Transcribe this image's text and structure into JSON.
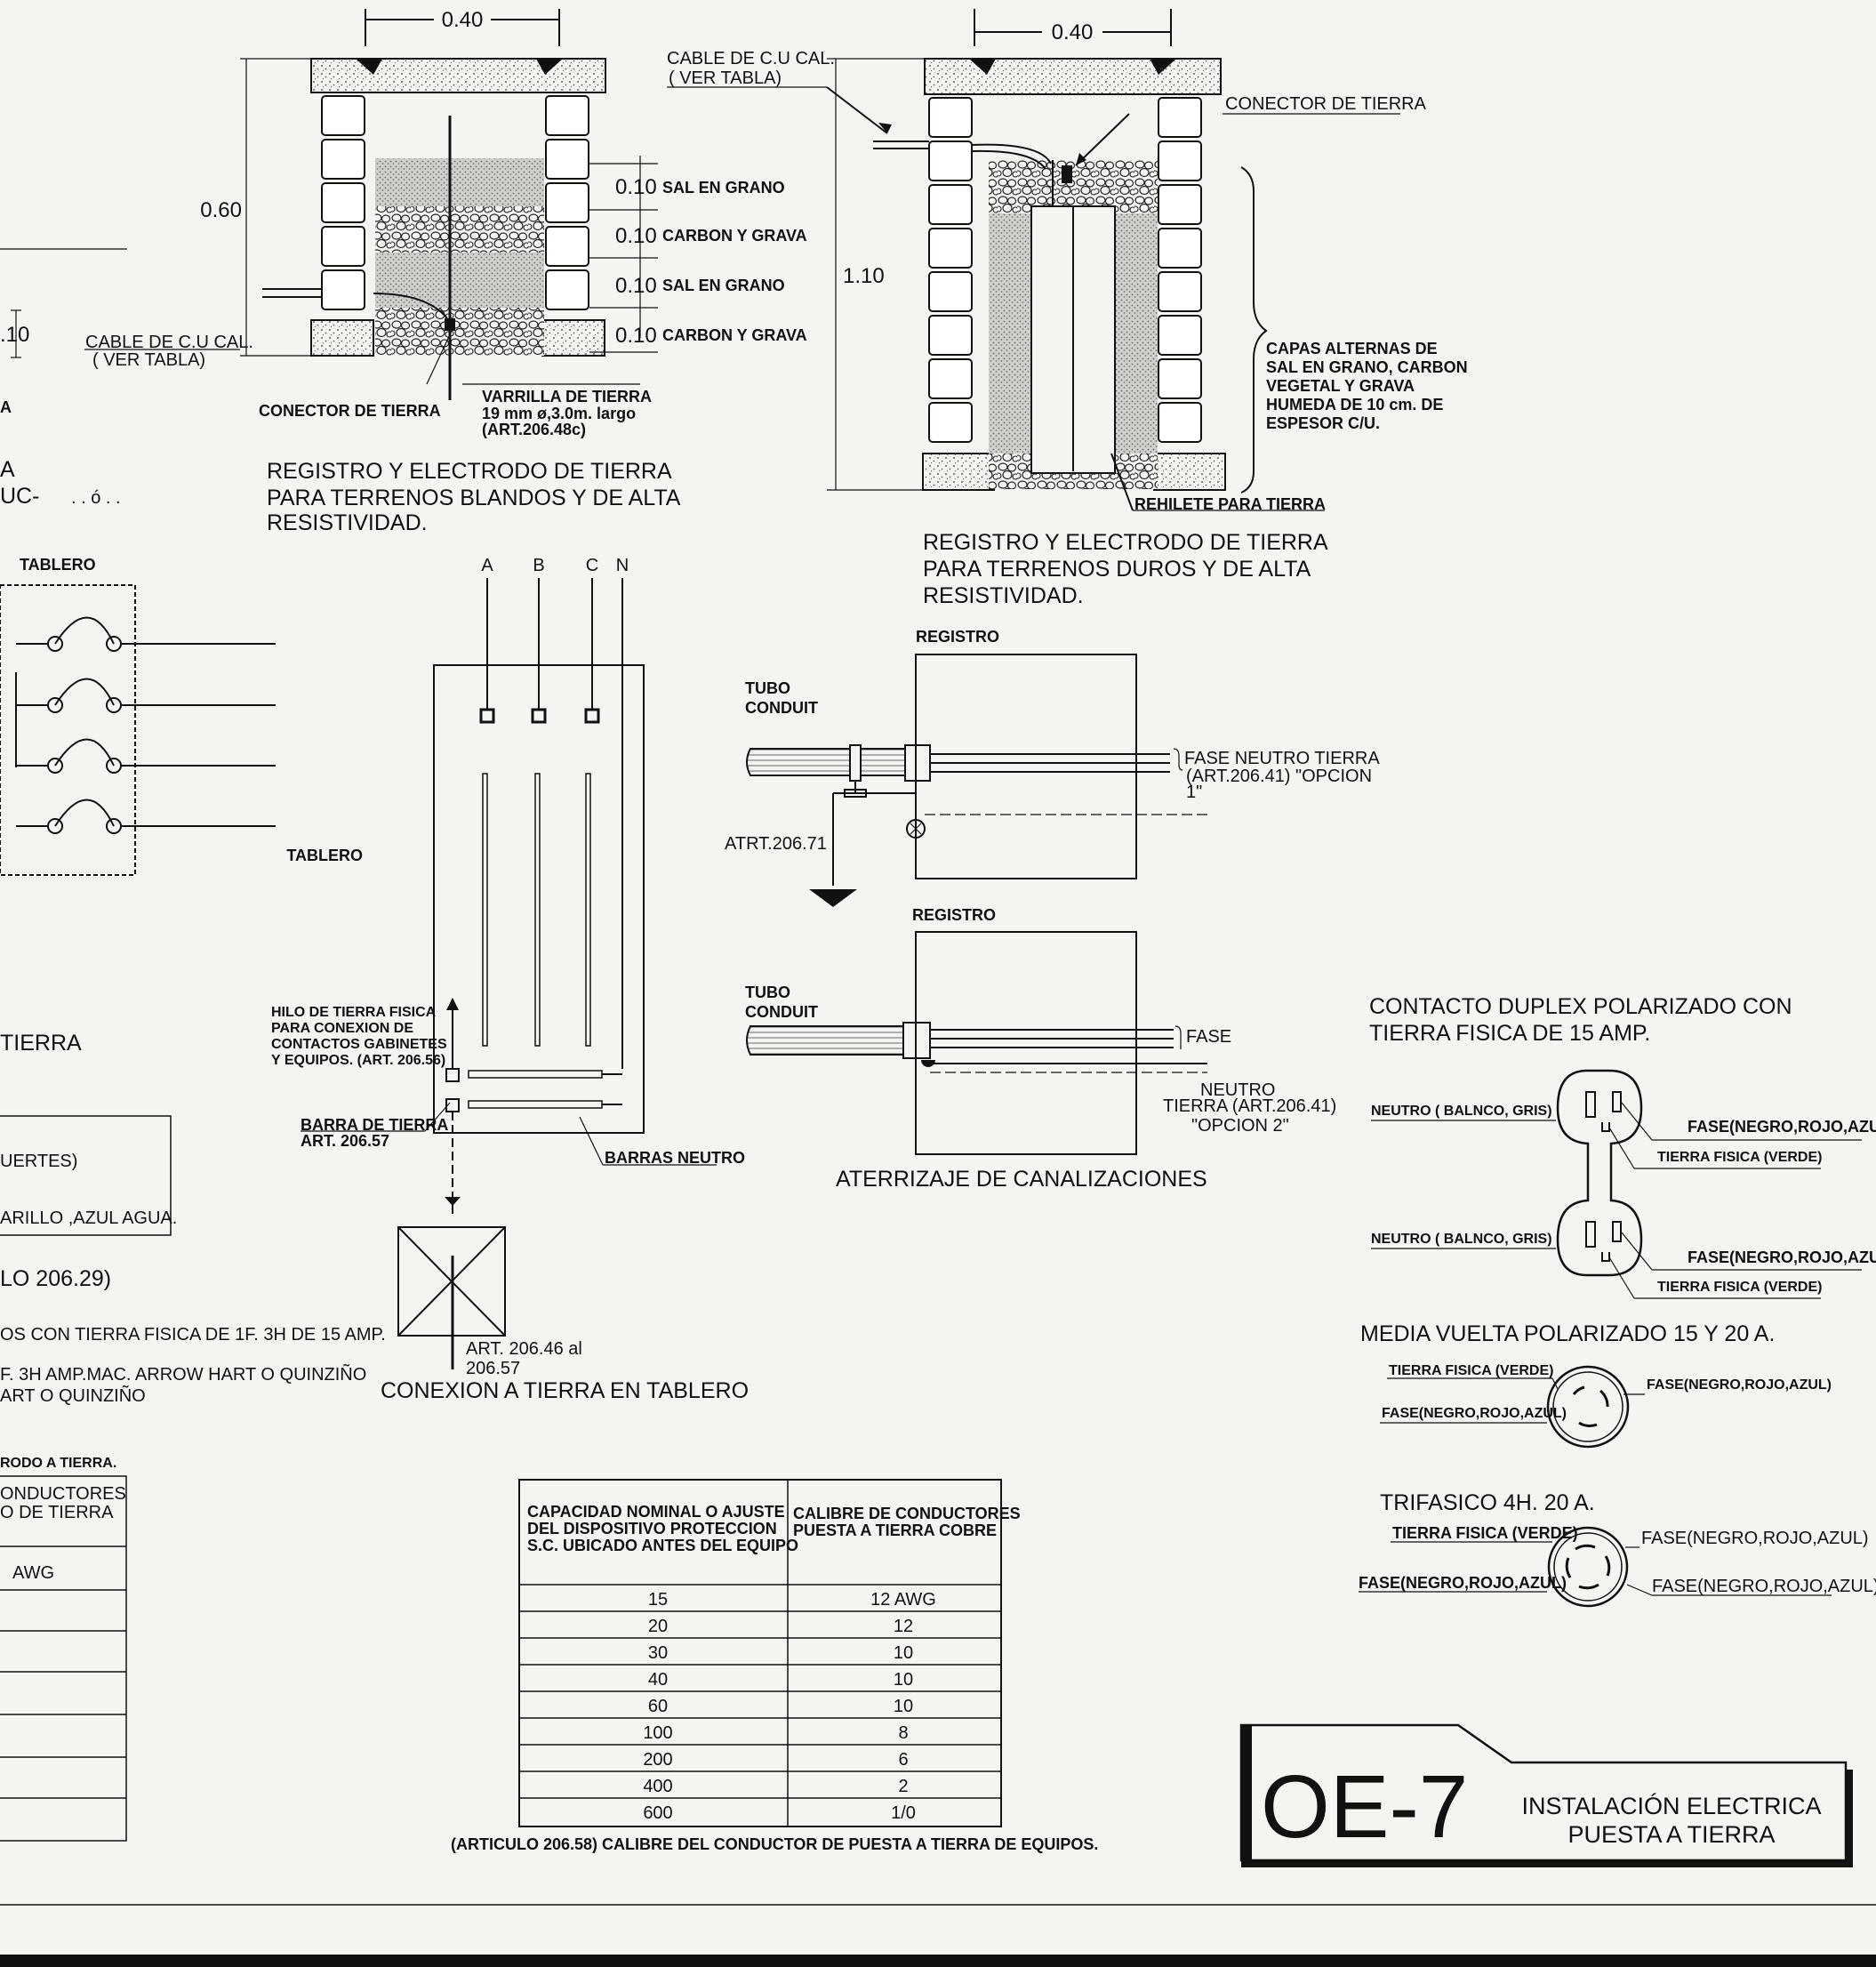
{
  "left_partial": {
    "dim_010": ".10",
    "cable": "CABLE DE C.U CAL.",
    "cable_ref": "( VER TABLA)",
    "frag_a": "A",
    "frag_title_1": "A",
    "frag_title_2": "UC-",
    "tablero": "TABLERO",
    "tierra_title": "TIERRA",
    "legend_1": "UERTES)",
    "legend_2": "ARILLO ,AZUL AGUA.",
    "art_title": "LO 206.29)",
    "note_1": "OS CON TIERRA FISICA DE 1F. 3H DE 15 AMP.",
    "note_2": "F. 3H AMP.MAC. ARROW HART O QUINZIÑO",
    "note_3": "ART O QUINZIÑO",
    "table_caption": "RODO A TIERRA.",
    "table_h1": "ONDUCTORES",
    "table_h2": "O DE TIERRA",
    "table_awg": "AWG"
  },
  "registro_blandos": {
    "dim_width": "0.40",
    "dim_height": "0.60",
    "cable": "CABLE DE C.U CAL.",
    "cable_ref": "( VER TABLA)",
    "layers": [
      {
        "dim": "0.10",
        "label": "SAL EN GRANO"
      },
      {
        "dim": "0.10",
        "label": "CARBON Y GRAVA"
      },
      {
        "dim": "0.10",
        "label": "SAL EN GRANO"
      },
      {
        "dim": "0.10",
        "label": "CARBON Y GRAVA"
      }
    ],
    "conector": "CONECTOR DE TIERRA",
    "varilla_1": "VARRILLA DE TIERRA",
    "varilla_2": "19 mm ø,3.0m. largo",
    "varilla_3": "(ART.206.48c)",
    "title_1": "REGISTRO Y ELECTRODO DE TIERRA",
    "title_2": "PARA TERRENOS BLANDOS Y DE ALTA",
    "title_3": "RESISTIVIDAD."
  },
  "registro_duros": {
    "dim_width": "0.40",
    "dim_height": "1.10",
    "conector": "CONECTOR DE TIERRA",
    "capas_1": "CAPAS ALTERNAS DE",
    "capas_2": "SAL EN GRANO, CARBON",
    "capas_3": "VEGETAL Y GRAVA",
    "capas_4": "HUMEDA DE 10 cm. DE",
    "capas_5": "ESPESOR C/U.",
    "rehilete": "REHILETE PARA TIERRA",
    "title_1": "REGISTRO Y ELECTRODO DE TIERRA",
    "title_2": "PARA TERRENOS DUROS  Y DE ALTA",
    "title_3": "RESISTIVIDAD."
  },
  "conexion_tablero": {
    "phases": [
      "A",
      "B",
      "C",
      "N"
    ],
    "tablero": "TABLERO",
    "hilo_1": "HILO DE TIERRA FISICA",
    "hilo_2": "PARA CONEXION DE",
    "hilo_3": "CONTACTOS GABINETES",
    "hilo_4": "Y EQUIPOS. (ART. 206.56)",
    "barra_1": "BARRA DE TIERRA",
    "barra_2": "ART. 206.57",
    "barras_neutro": "BARRAS NEUTRO",
    "art_1": "ART. 206.46 al",
    "art_2": "206.57",
    "title": "CONEXION A TIERRA EN TABLERO"
  },
  "aterrizaje": {
    "registro_1": "REGISTRO",
    "tubo_1a": "TUBO",
    "tubo_1b": "CONDUIT",
    "fase_neutro_tierra": "FASE NEUTRO TIERRA",
    "opcion1_a": "(ART.206.41) \"OPCION",
    "opcion1_b": "1\"",
    "atrt": "ATRT.206.71",
    "registro_2": "REGISTRO",
    "tubo_2a": "TUBO",
    "tubo_2b": "CONDUIT",
    "fase": "FASE",
    "neutro": "NEUTRO",
    "tierra_2": "TIERRA (ART.206.41)",
    "opcion2": "\"OPCION 2\"",
    "title": "ATERRIZAJE DE CANALIZACIONES"
  },
  "contactos": {
    "duplex_title_1": "CONTACTO DUPLEX POLARIZADO CON",
    "duplex_title_2": "TIERRA FISICA  DE 15 AMP.",
    "neutro_1": "NEUTRO ( BALNCO, GRIS)",
    "fase_1": "FASE(NEGRO,ROJO,AZUL)",
    "tierra_1": "TIERRA FISICA (VERDE)",
    "neutro_2": "NEUTRO ( BALNCO, GRIS)",
    "fase_2": "FASE(NEGRO,ROJO,AZUL)",
    "tierra_2": "TIERRA FISICA (VERDE)",
    "media_title": "MEDIA VUELTA POLARIZADO 15 Y 20 A.",
    "media_tierra": "TIERRA FISICA (VERDE)",
    "media_fase_l": "FASE(NEGRO,ROJO,AZUL)",
    "media_fase_r": "FASE(NEGRO,ROJO,AZUL)",
    "tri_title": "TRIFASICO  4H.  20 A.",
    "tri_tierra": "TIERRA FISICA (VERDE)",
    "tri_fase_tr": "FASE(NEGRO,ROJO,AZUL)",
    "tri_fase_l": "FASE(NEGRO,ROJO,AZUL)",
    "tri_fase_br": "FASE(NEGRO,ROJO,AZUL)"
  },
  "table": {
    "header_left": [
      "CAPACIDAD  NOMINAL  O  AJUSTE",
      "DEL   DISPOSITIVO   PROTECCION",
      "S.C. UBICADO  ANTES DEL EQUIPO"
    ],
    "header_right": [
      "CALIBRE DE CONDUCTORES",
      "PUESTA A TIERRA COBRE"
    ],
    "rows": [
      [
        "15",
        "12 AWG"
      ],
      [
        "20",
        "12"
      ],
      [
        "30",
        "10"
      ],
      [
        "40",
        "10"
      ],
      [
        "60",
        "10"
      ],
      [
        "100",
        "8"
      ],
      [
        "200",
        "6"
      ],
      [
        "400",
        "2"
      ],
      [
        "600",
        "1/0"
      ]
    ],
    "caption": "(ARTICULO 206.58) CALIBRE DEL CONDUCTOR DE PUESTA A TIERRA DE EQUIPOS."
  },
  "sheet": {
    "code": "OE-7",
    "title_1": "INSTALACIÓN ELECTRICA",
    "title_2": "PUESTA A TIERRA"
  }
}
